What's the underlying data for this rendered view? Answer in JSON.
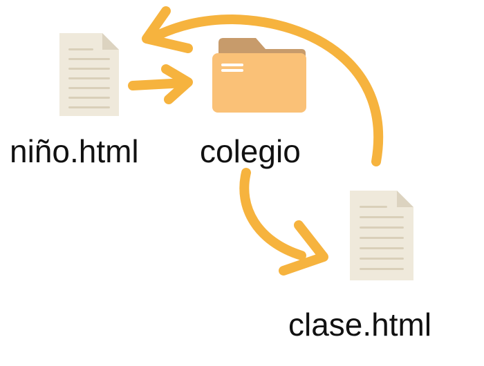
{
  "nodes": {
    "source_file": {
      "label": "niño.html",
      "icon": "document-icon"
    },
    "folder": {
      "label": "colegio",
      "icon": "folder-icon"
    },
    "target_file": {
      "label": "clase.html",
      "icon": "document-icon"
    }
  },
  "edges": [
    {
      "from": "source_file",
      "to": "folder"
    },
    {
      "from": "folder",
      "to": "target_file"
    },
    {
      "from": "target_file",
      "to": "source_file"
    }
  ],
  "colors": {
    "arrow": "#F6B33E",
    "doc_paper": "#EFE9DB",
    "doc_fold": "#DCD3C0",
    "doc_lines": "#D9CFB9",
    "folder_front": "#FAC177",
    "folder_back": "#C79B6B",
    "folder_mark": "#FFFFFF",
    "text": "#111111"
  }
}
